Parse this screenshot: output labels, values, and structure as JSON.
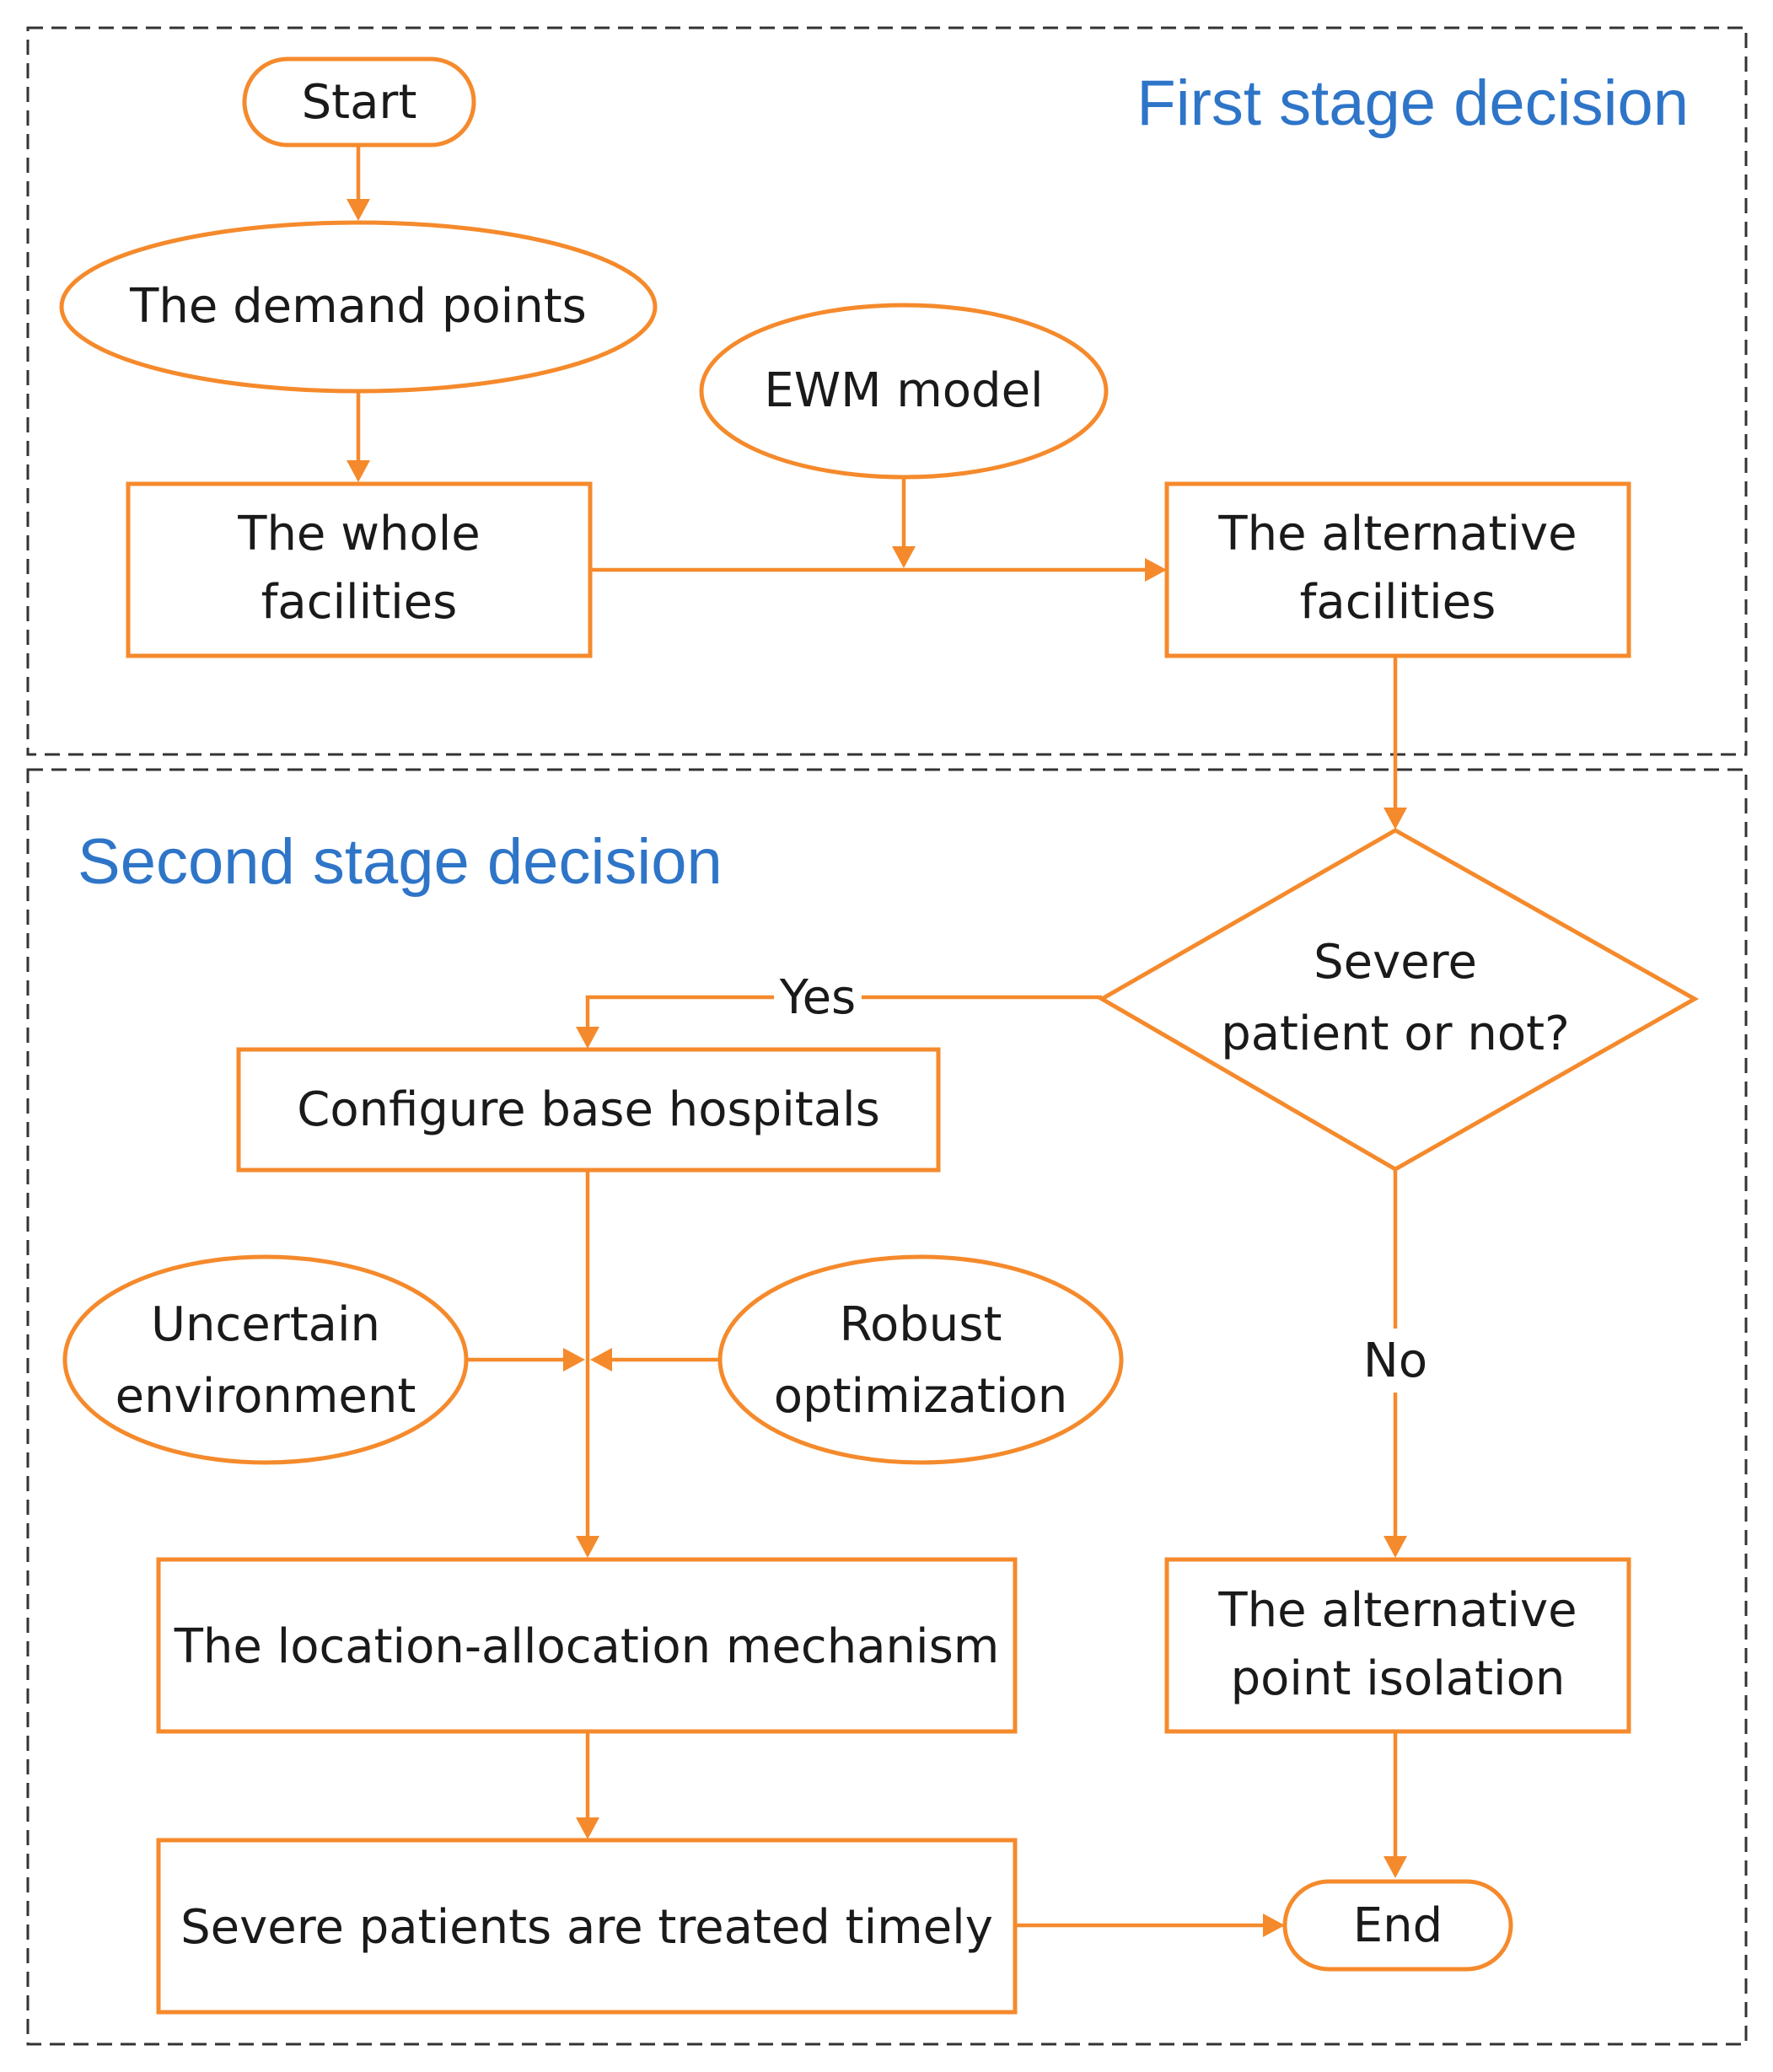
{
  "stages": {
    "first": "First stage decision",
    "second": "Second stage decision"
  },
  "nodes": {
    "start": "Start",
    "demand_points": "The demand points",
    "ewm_model": "EWM model",
    "whole_facilities": [
      "The whole",
      "facilities"
    ],
    "alternative_facilities": [
      "The alternative",
      "facilities"
    ],
    "severe_decision": [
      "Severe",
      "patient or not?"
    ],
    "configure_base": "Configure base hospitals",
    "uncertain_env": [
      "Uncertain",
      "environment"
    ],
    "robust_opt": [
      "Robust",
      "optimization"
    ],
    "location_allocation": "The location-allocation mechanism",
    "alternative_isolation": [
      "The alternative",
      "point isolation"
    ],
    "treated_timely": "Severe patients are treated timely",
    "end": "End"
  },
  "edge_labels": {
    "yes": "Yes",
    "no": "No"
  },
  "colors": {
    "accent": "#f58a2c",
    "stage_title": "#2e75c8",
    "frame": "#333333"
  }
}
